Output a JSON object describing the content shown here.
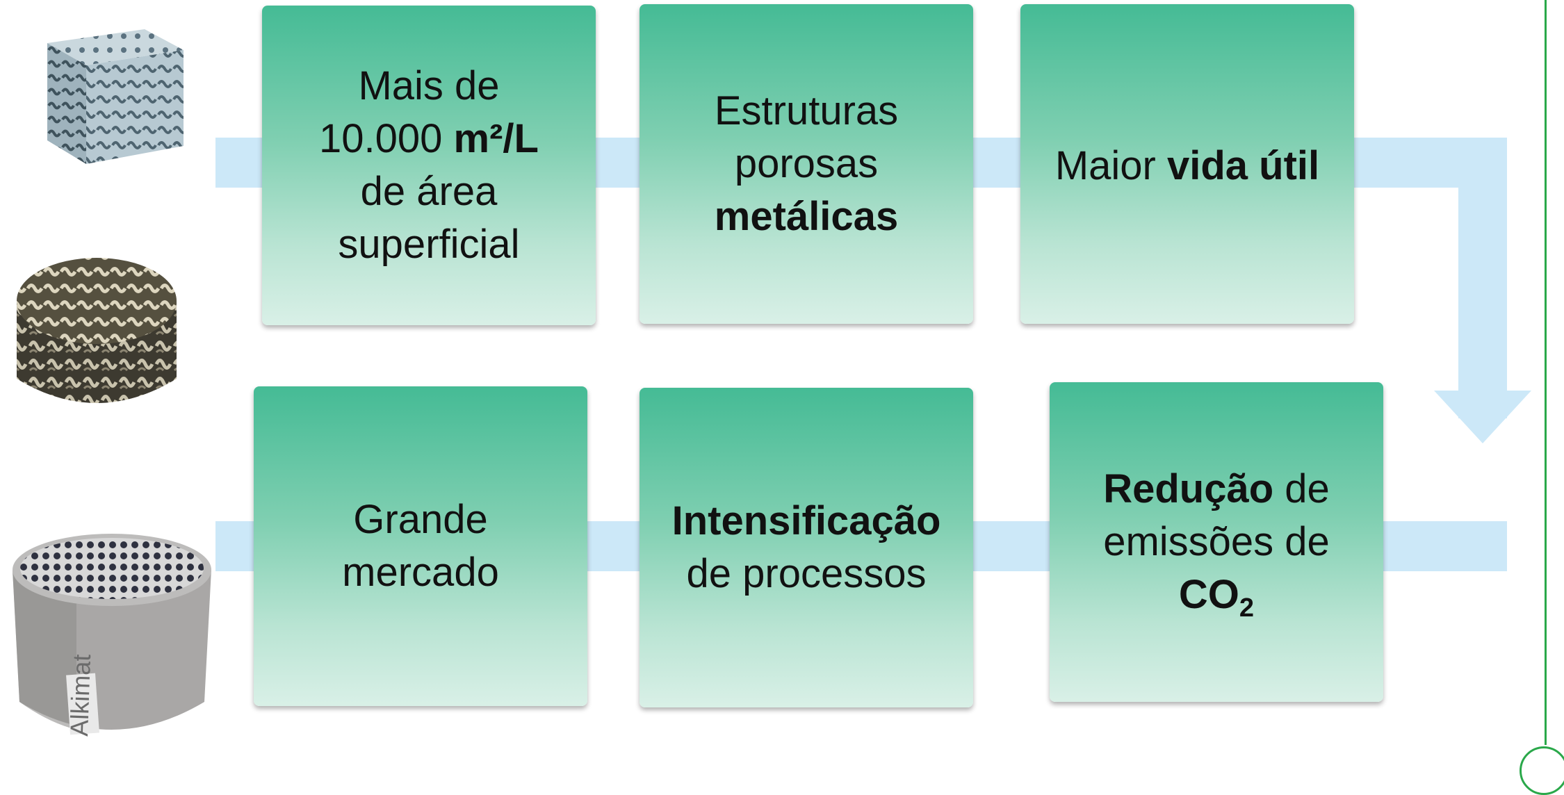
{
  "cards": [
    {
      "line1": "Mais de",
      "line2_prefix": "10.000 ",
      "line2_bold": "m²/L",
      "line3": "de área",
      "line4": "superficial"
    },
    {
      "line1": "Estruturas",
      "line2": "porosas",
      "line3_bold": "metálicas"
    },
    {
      "prefix": "Maior ",
      "bold": "vida útil"
    },
    {
      "line1": "Grande",
      "line2": "mercado"
    },
    {
      "line1_bold": "Intensificação",
      "line2": "de processos"
    },
    {
      "line1_bold": "Redução",
      "line1_suffix": " de",
      "line2": "emissões de",
      "line3_bold": "CO",
      "line3_sub": "2"
    }
  ],
  "side_images": {
    "label_on_cylinder": "Alkimat"
  },
  "colors": {
    "card_top": "#45bb95",
    "card_bottom": "#d9f0e7",
    "flow_band": "#cce8f8",
    "accent_line": "#2aa84a"
  }
}
